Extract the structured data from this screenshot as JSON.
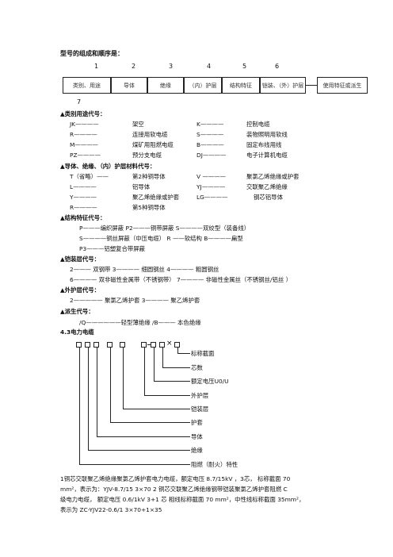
{
  "heading": "型号的组成和顺序是：",
  "numbers": [
    "1",
    "2",
    "3",
    "4",
    "5",
    "6",
    "7"
  ],
  "boxes": [
    "类别、用途",
    "导体",
    "绝缘",
    "（内）护层",
    "结构特征",
    "铠装、（外）护层",
    "使用特征或派生"
  ],
  "sections": {
    "usage_title": "▲类别用途代号：",
    "usage": [
      [
        "JK————",
        "架空",
        "K————",
        "控制电缆"
      ],
      [
        "R————",
        "连接用软电缆",
        "S————",
        "装物照明用软线"
      ],
      [
        "M————",
        "煤矿用阻燃电缆",
        "B————",
        "固定布线用线"
      ],
      [
        "PZ————",
        "预分支电缆",
        "DJ————",
        "电子计算机电缆"
      ]
    ],
    "material_title": "▲导体、绝缘、（内）护层材料代号：",
    "material": [
      [
        "T（省略）——",
        "第2种铜导体",
        "V ————",
        "聚氯乙烯绝缘或护套"
      ],
      [
        "L————",
        "铝导体",
        "YJ————",
        "交联聚乙烯绝缘"
      ],
      [
        "Y————",
        "聚乙烯绝缘或护套",
        "LG————",
        "钢芯铝导体"
      ],
      [
        "R————",
        "第5种铜导体",
        "",
        ""
      ]
    ],
    "structure_title": "▲结构特征代号：",
    "structure_lines": [
      "P———编织屏蔽      P2———铜带屏蔽      S————双绞型（装备线）",
      "S————铜丝屏蔽（中压电缆）   R ——软结构     B————扁型",
      "P3———铝塑复合带屏蔽"
    ],
    "armor_title": "▲铠装层代号：",
    "armor_lines": [
      "2———   双钢带          3————  细圆钢丝       4————  粗圆钢丝",
      "6————   双非磁性金属带（不锈钢带）        7————  非磁性金属丝（不锈钢丝/铝丝 ）"
    ],
    "outer_title": "▲外护层代号：",
    "outer_line": "2—————  聚氯乙烯护套               3————  聚乙烯护套",
    "derive_title": "▲派生代号：",
    "derive_line": "/Q——————轻型薄绝缘            /B———  本色绝缘"
  },
  "cable_title": "4.3电力电缆",
  "diagram": {
    "cross": "×",
    "labels": [
      "标称截面",
      "芯数",
      "额定电压U0/U",
      "外护层",
      "铠装层",
      "护套",
      "导体",
      "绝缘",
      "阻燃（耐火）特性"
    ]
  },
  "footer_lines": [
    "1铜芯交联聚乙烯绝缘聚氯乙烯护套电力电缆，额定电压 8.7/15kV ，3芯，  标称截面 70",
    "mm²，表示为：YJV-8.7/15  3×70   2 铜芯交联聚乙烯绝缘钢带铠装聚氯乙烯护套阻燃 C",
    "级电力电缆，  额定电压 0.6/1kV  3+1 芯   相线标称截面 70 mm²，中性线标称截面 35mm²，",
    "表示为 ZC-YJV22-0.6/1 3×70+1×35"
  ]
}
